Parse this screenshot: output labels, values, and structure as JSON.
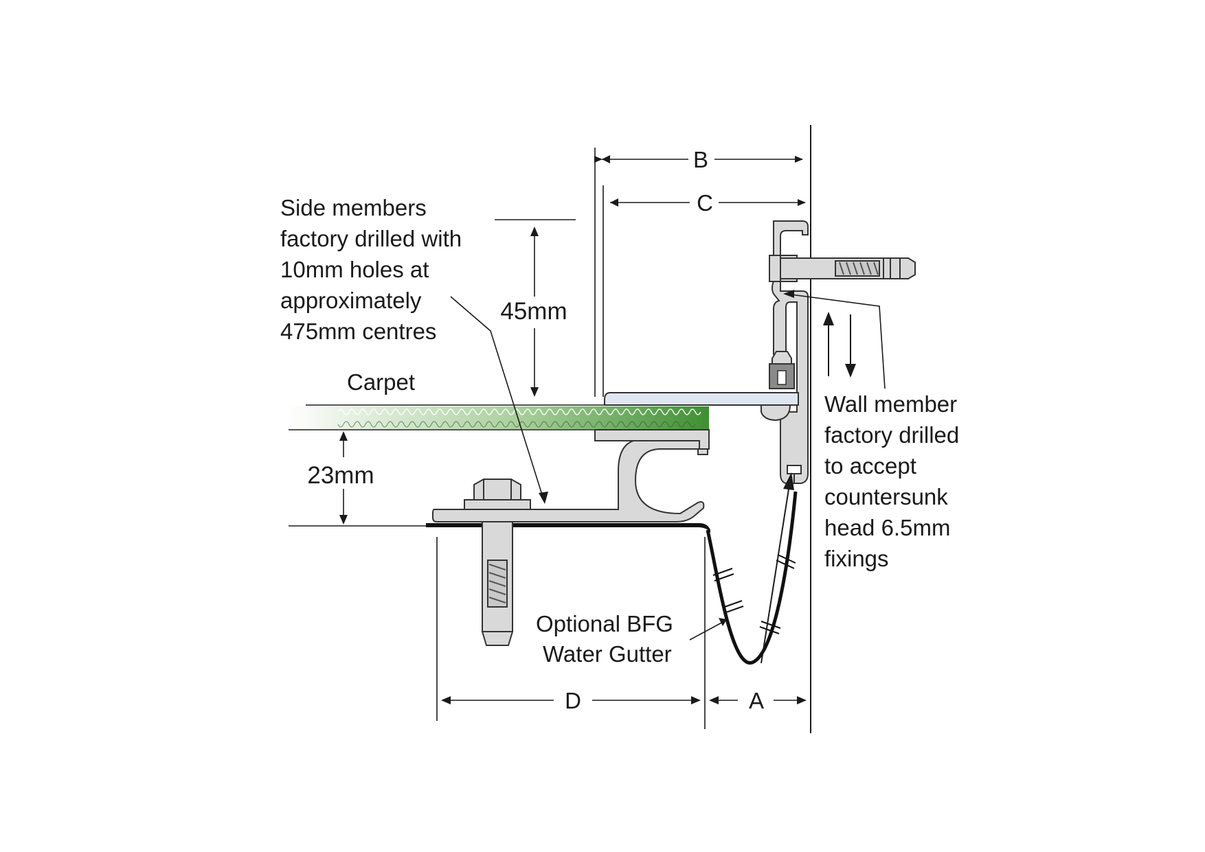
{
  "labels": {
    "side_members": [
      "Side members",
      "factory drilled with",
      "10mm holes at",
      "approximately",
      "475mm centres"
    ],
    "carpet": "Carpet",
    "wall_member": [
      "Wall member",
      "factory drilled",
      "to accept",
      "countersunk",
      "head 6.5mm",
      "fixings"
    ],
    "gutter": [
      "Optional BFG",
      "Water Gutter"
    ]
  },
  "dimensions": {
    "a": "A",
    "b": "B",
    "c": "C",
    "d": "D",
    "height_45": "45mm",
    "height_23": "23mm"
  },
  "colors": {
    "carpet_green": "#4c9a3c",
    "aluminium": "#d9d9d9",
    "cover_plate": "#dfe6f2",
    "gutter": "#111111"
  }
}
